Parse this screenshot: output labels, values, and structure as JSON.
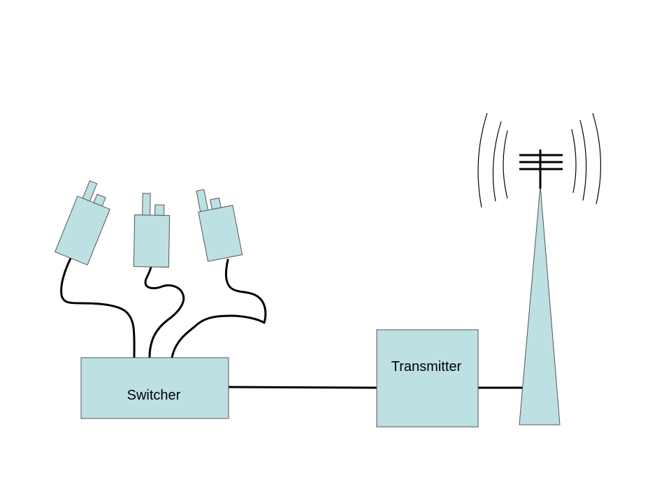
{
  "diagram": {
    "switcher": {
      "label": "Switcher"
    },
    "transmitter": {
      "label": "Transmitter"
    },
    "cameras": [
      {
        "name": "camera-1"
      },
      {
        "name": "camera-2"
      },
      {
        "name": "camera-3"
      }
    ],
    "tower": {
      "name": "antenna-tower"
    }
  },
  "colors": {
    "fill": "#bde0e3",
    "stroke": "#000000",
    "outline": "#555555",
    "background": "#ffffff"
  }
}
